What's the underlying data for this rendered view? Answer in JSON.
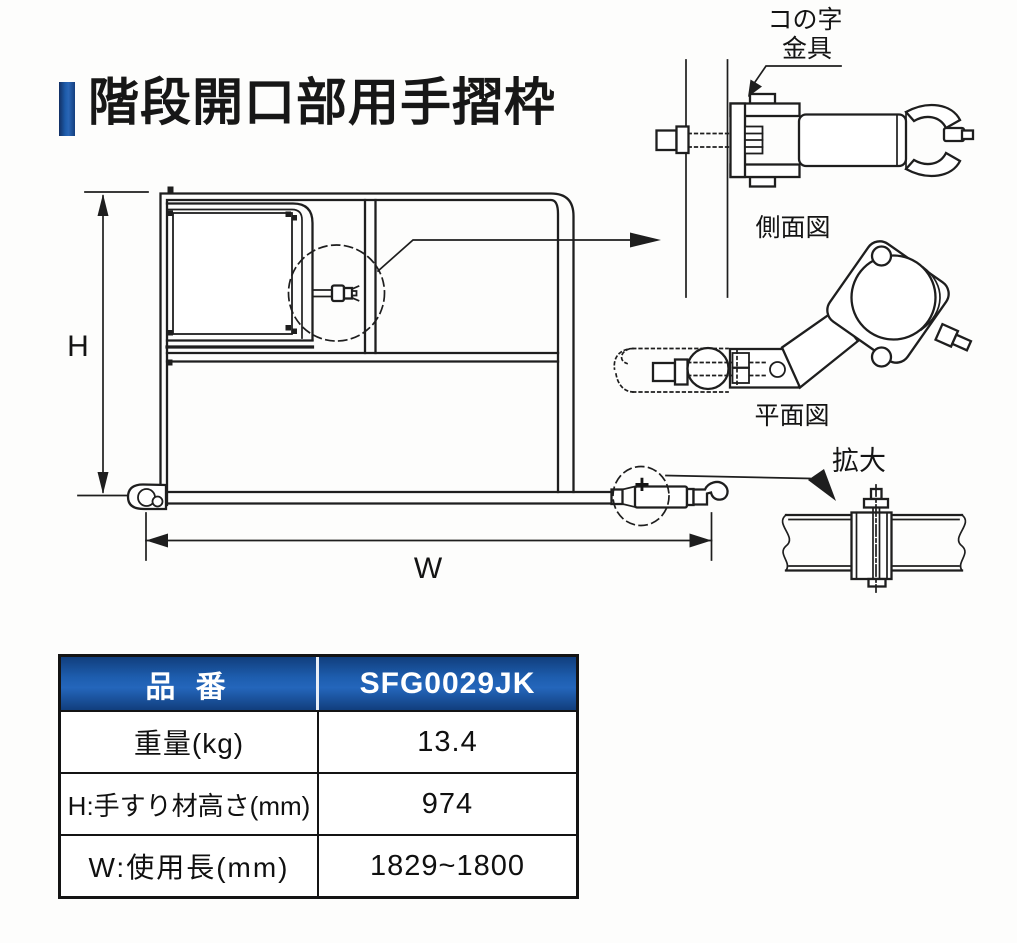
{
  "title": {
    "text": "階段開口部用手摺枠"
  },
  "colors": {
    "accent_blue": "#1e5cab",
    "table_header_blue": "#1d5dae",
    "line_black": "#1e1e1e"
  },
  "drawing": {
    "h_label": "H",
    "w_label": "W",
    "bracket_label_line1": "コの字",
    "bracket_label_line2": "金具",
    "side_view_label": "側面図",
    "plan_view_label": "平面図",
    "enlarge_label": "拡大",
    "plus_mark": "+"
  },
  "spec_table": {
    "header": {
      "label": "品 番",
      "value": "SFG0029JK"
    },
    "rows": [
      {
        "label": "重量(kg)",
        "value": "13.4"
      },
      {
        "label": "H:手すり材高さ(mm)",
        "value": "974"
      },
      {
        "label": "W:使用長(mm)",
        "value": "1829~1800"
      }
    ]
  }
}
